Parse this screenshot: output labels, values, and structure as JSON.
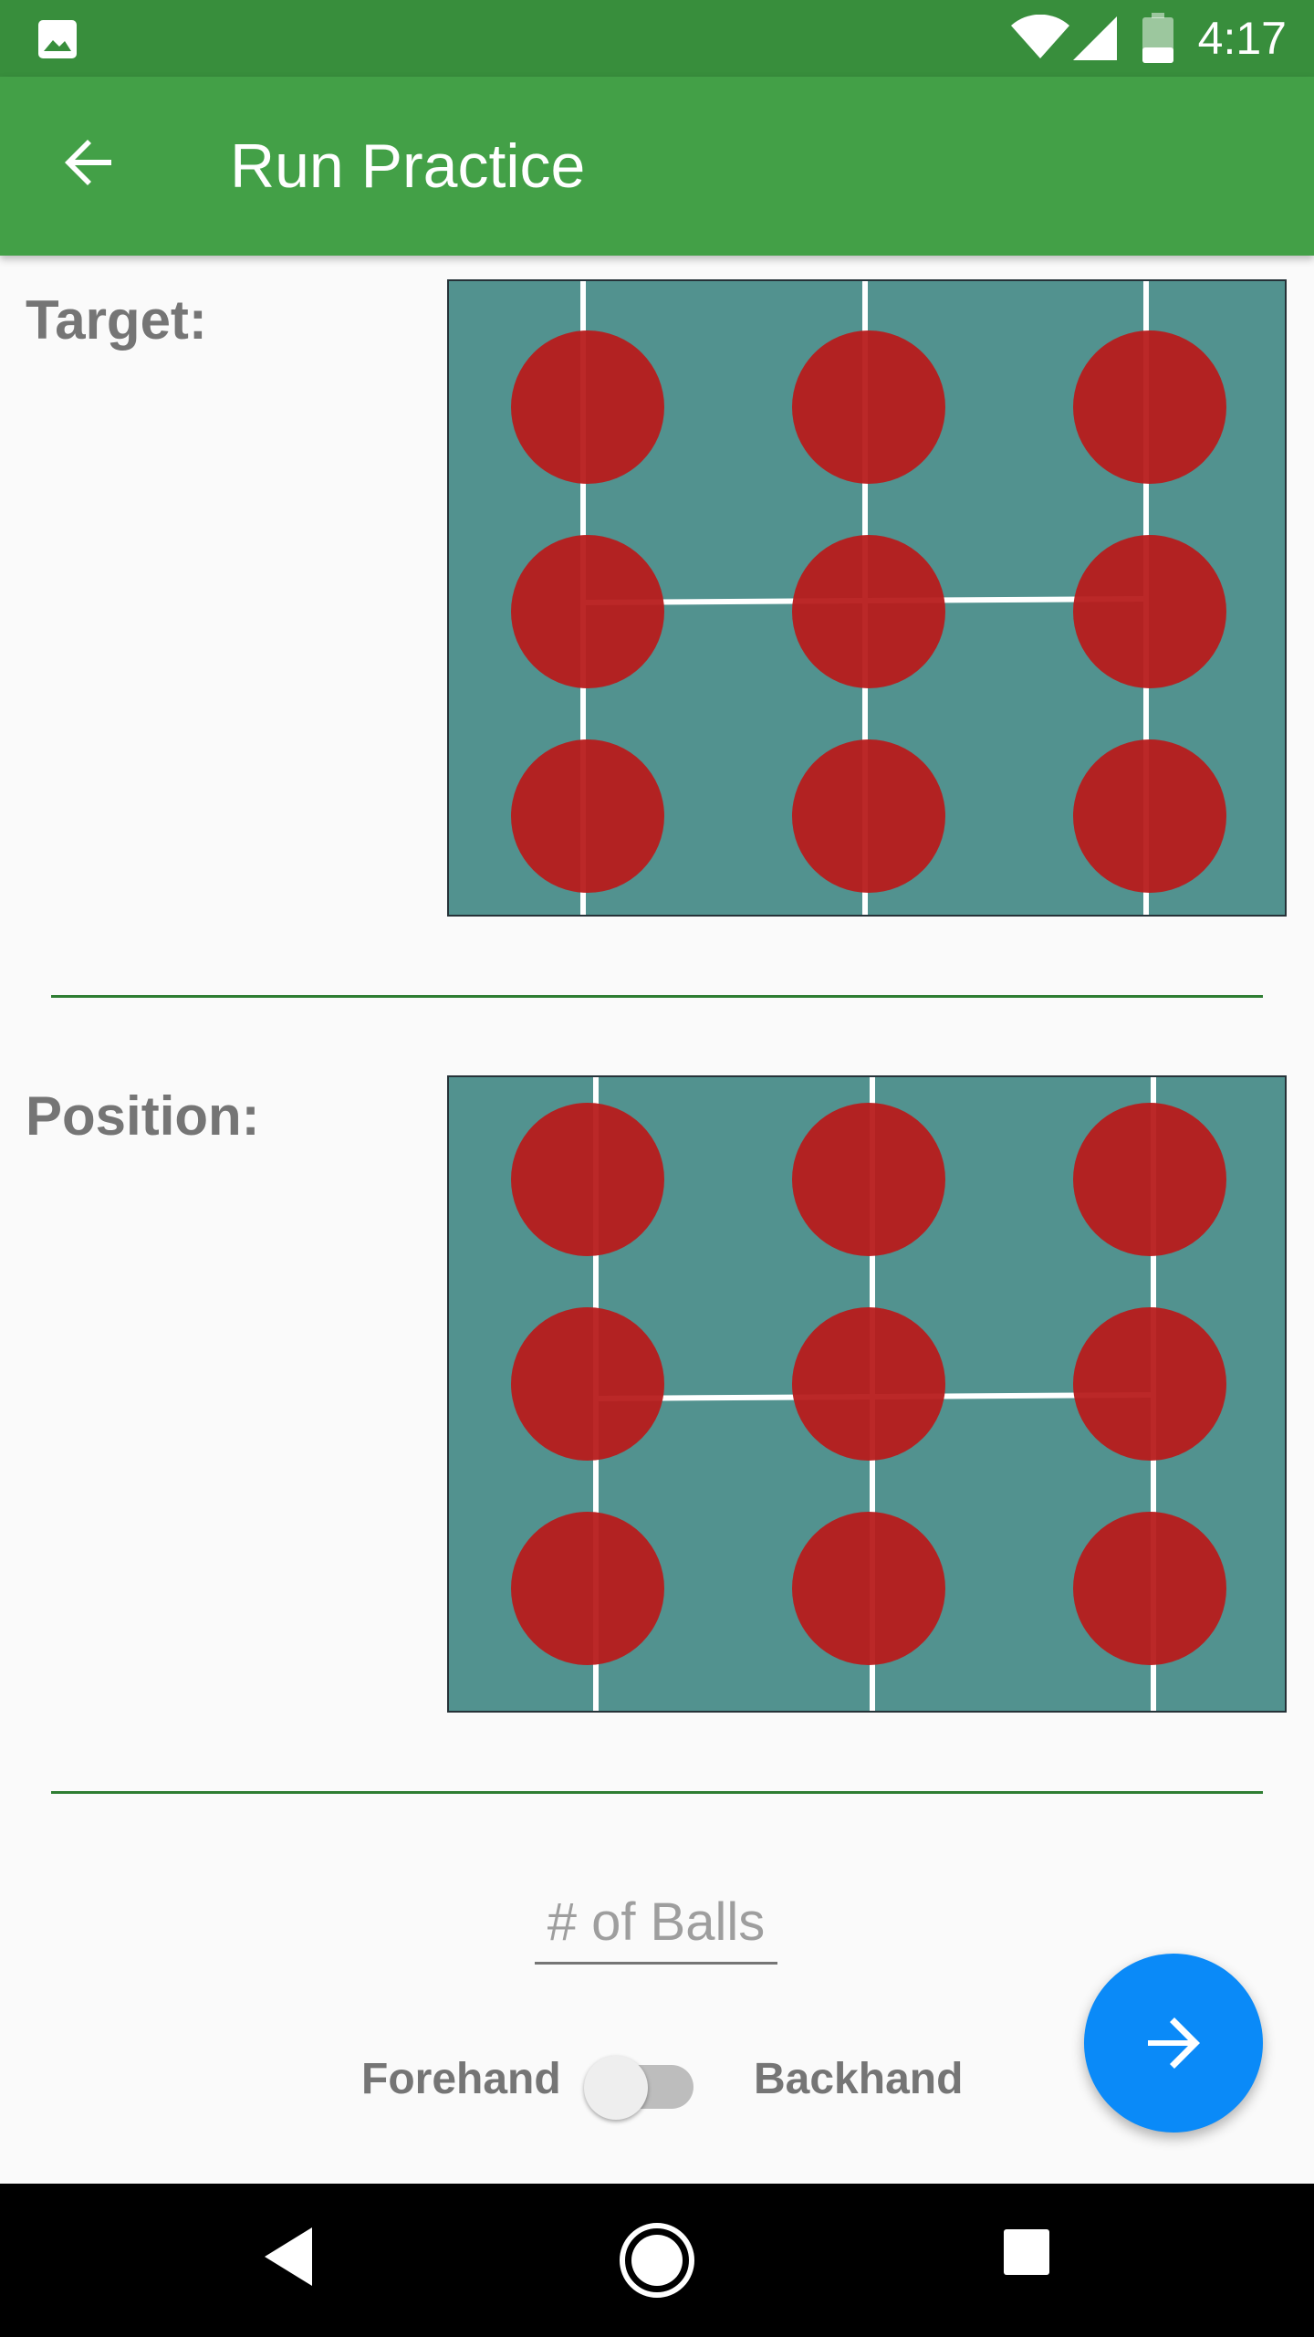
{
  "status_bar": {
    "time": "4:17",
    "icons": [
      "gallery-icon",
      "wifi-icon",
      "signal-icon",
      "battery-icon"
    ]
  },
  "app_bar": {
    "title": "Run Practice",
    "back_icon": "arrow-back-icon"
  },
  "target": {
    "label": "Target:"
  },
  "position": {
    "label": "Position:"
  },
  "balls": {
    "placeholder": "# of Balls",
    "value": ""
  },
  "stroke_toggle": {
    "left_label": "Forehand",
    "right_label": "Backhand",
    "checked": false
  },
  "fab": {
    "icon": "arrow-forward-icon"
  },
  "nav": {
    "icons": [
      "back-triangle-icon",
      "home-circle-icon",
      "recents-square-icon"
    ]
  },
  "colors": {
    "status_bar": "#388e3c",
    "app_bar": "#43a047",
    "court": "#52928f",
    "target_circle": "#b71c1c",
    "fab": "#0a8af8",
    "divider": "#2e7d32"
  }
}
